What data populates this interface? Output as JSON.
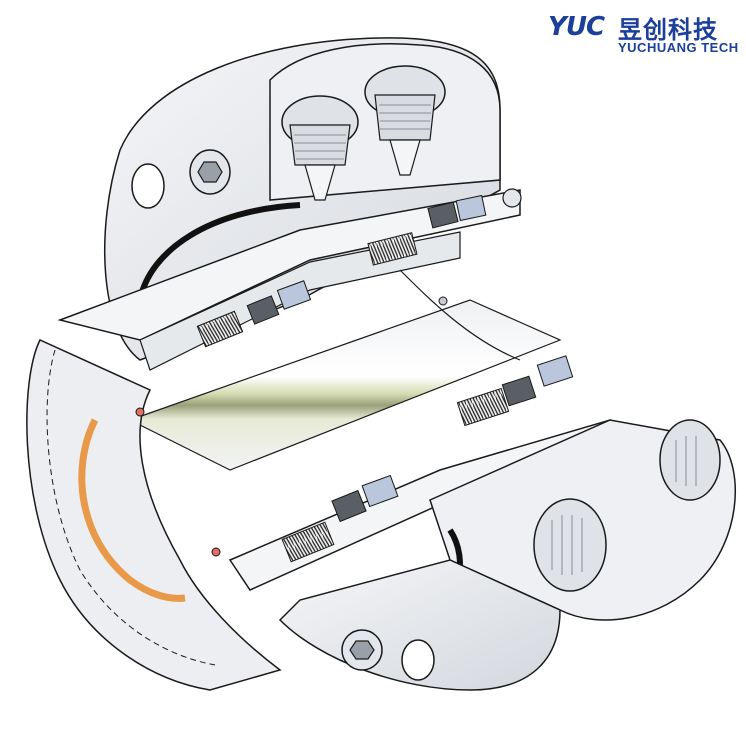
{
  "brand": {
    "mark": "YUC",
    "name_cn": "昱创科技",
    "name_en": "YUCHUANG TECH",
    "color": "#1b3f9a"
  },
  "colors": {
    "metal": "#e9ebee",
    "metal_shade": "#cfd3d9",
    "cut_face": "#f4f5f7",
    "outline": "#1a1a1a",
    "oring_black": "#111111",
    "oring_orange": "#e89a4a",
    "seal_blue": "#b9c6dc",
    "seal_dark": "#5a5f66",
    "bore_tint": "#d9e0b8",
    "pin_red": "#e07060"
  },
  "icons": [
    "hex-socket-bolt-icon",
    "threaded-port-icon",
    "spring-stack-icon"
  ]
}
